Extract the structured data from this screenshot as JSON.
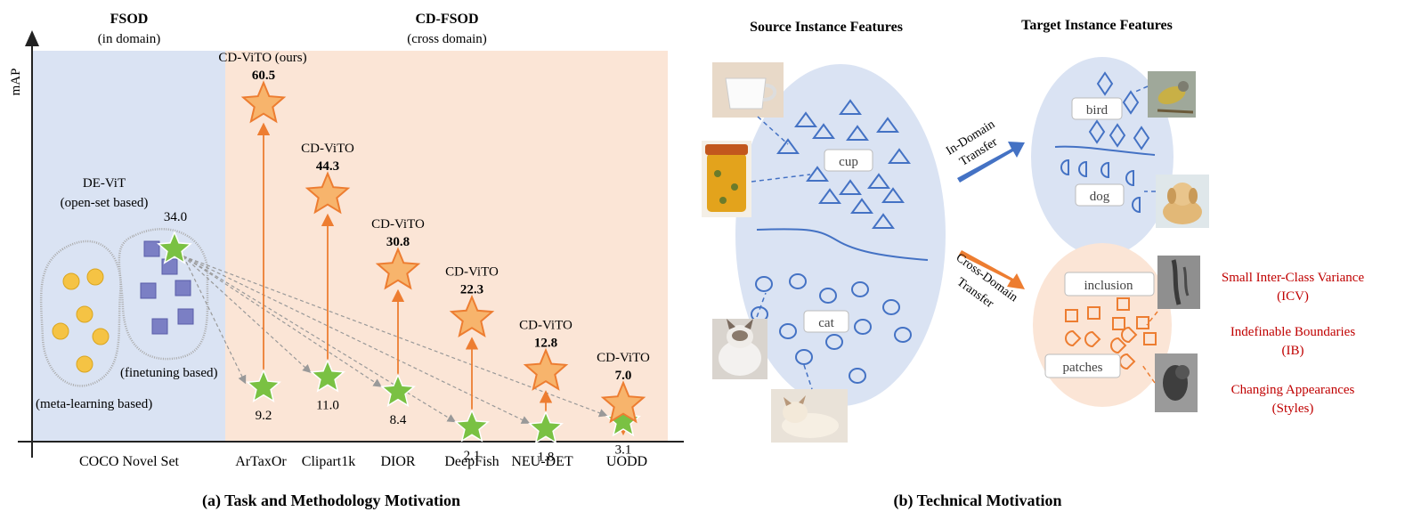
{
  "left": {
    "fsod_title": "FSOD",
    "fsod_sub": "(in domain)",
    "cdfsod_title": "CD-FSOD",
    "cdfsod_sub": "(cross domain)",
    "y_axis_label": "mAP",
    "devit": {
      "name": "DE-ViT",
      "note": "(open-set based)",
      "value": "34.0"
    },
    "cdvito": [
      {
        "label": "CD-ViTO (ours)",
        "value": "60.5"
      },
      {
        "label": "CD-ViTO",
        "value": "44.3"
      },
      {
        "label": "CD-ViTO",
        "value": "30.8"
      },
      {
        "label": "CD-ViTO",
        "value": "22.3"
      },
      {
        "label": "CD-ViTO",
        "value": "12.8"
      },
      {
        "label": "CD-ViTO",
        "value": "7.0"
      }
    ],
    "baseline_values": [
      "9.2",
      "11.0",
      "8.4",
      "2.1",
      "1.8",
      "3.1"
    ],
    "finetuning_label": "(finetuning based)",
    "meta_label": "(meta-learning based)",
    "x_labels": [
      "COCO Novel Set",
      "ArTaxOr",
      "Clipart1k",
      "DIOR",
      "DeepFish",
      "NEU-DET",
      "UODD"
    ],
    "caption": "(a) Task and Methodology Motivation",
    "colors": {
      "in_domain_bg": "#dae3f3",
      "cross_domain_bg": "#fbe5d6",
      "orange": "#ed7d31",
      "orange_fill": "#f7b46c",
      "green": "#7ac143"
    }
  },
  "right": {
    "source_title": "Source Instance Features",
    "target_title": "Target Instance Features",
    "cup_label": "cup",
    "cat_label": "cat",
    "bird_label": "bird",
    "dog_label": "dog",
    "inclusion_label": "inclusion",
    "patches_label": "patches",
    "in_domain_arrow": "In-Domain Transfer",
    "cross_domain_arrow": "Cross-Domain Transfer",
    "challenges": [
      {
        "line1": "Small Inter-Class Variance",
        "line2": "(ICV)"
      },
      {
        "line1": "Indefinable Boundaries",
        "line2": "(IB)"
      },
      {
        "line1": "Changing Appearances",
        "line2": "(Styles)"
      }
    ],
    "caption": "(b)  Technical Motivation",
    "photo_icons": [
      "cup-photo",
      "jar-photo",
      "cat-photo",
      "kitten-photo",
      "bird-photo",
      "puppy-photo",
      "inclusion-defect-photo",
      "patches-defect-photo"
    ],
    "colors": {
      "blue": "#4472c4",
      "challenge_red": "#c00000"
    }
  }
}
